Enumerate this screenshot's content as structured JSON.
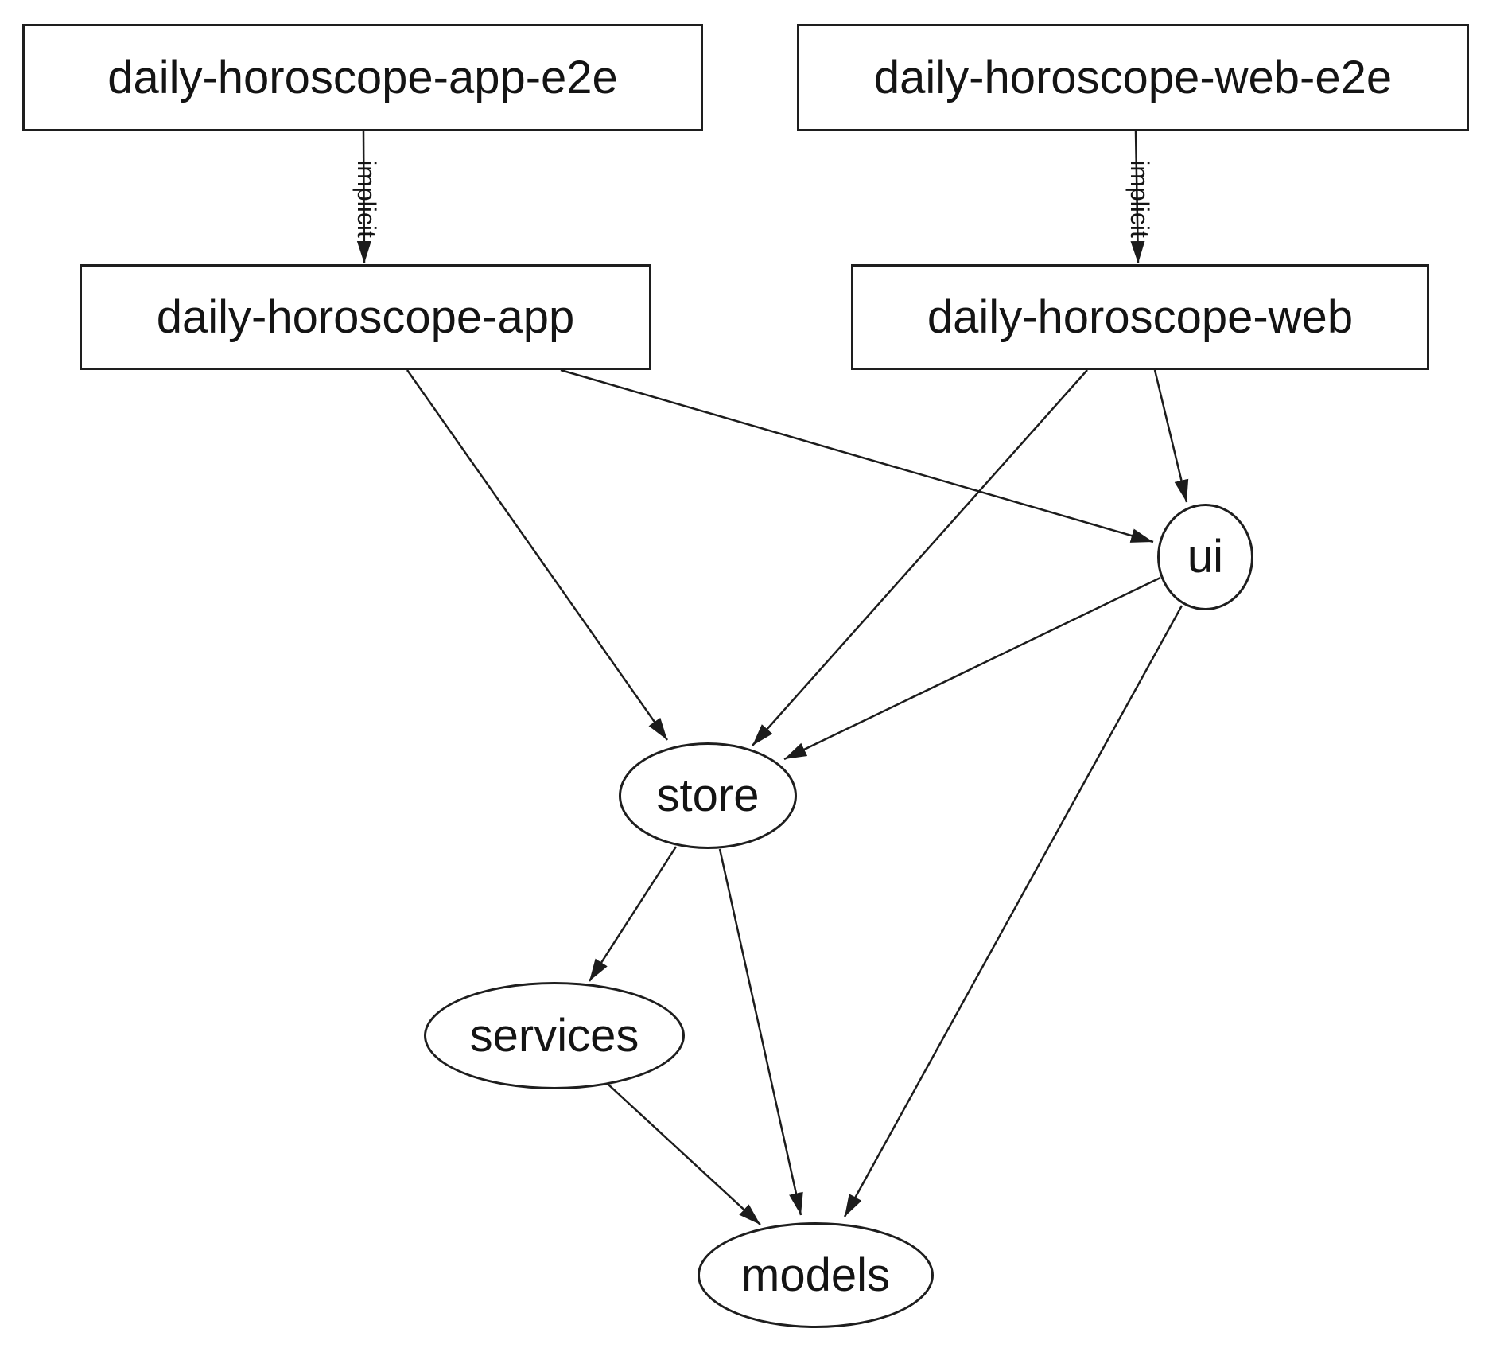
{
  "colors": {
    "background": "#ffffff",
    "node_fill": "#ffffff",
    "stroke": "#1c1c1c",
    "text": "#141414"
  },
  "graph": {
    "nodes": [
      {
        "id": "daily-horoscope-app-e2e",
        "label": "daily-horoscope-app-e2e",
        "shape": "box"
      },
      {
        "id": "daily-horoscope-web-e2e",
        "label": "daily-horoscope-web-e2e",
        "shape": "box"
      },
      {
        "id": "daily-horoscope-app",
        "label": "daily-horoscope-app",
        "shape": "box"
      },
      {
        "id": "daily-horoscope-web",
        "label": "daily-horoscope-web",
        "shape": "box"
      },
      {
        "id": "ui",
        "label": "ui",
        "shape": "ellipse"
      },
      {
        "id": "store",
        "label": "store",
        "shape": "ellipse"
      },
      {
        "id": "services",
        "label": "services",
        "shape": "ellipse"
      },
      {
        "id": "models",
        "label": "models",
        "shape": "ellipse"
      }
    ],
    "edges": [
      {
        "from": "daily-horoscope-app-e2e",
        "to": "daily-horoscope-app",
        "label": "implicit"
      },
      {
        "from": "daily-horoscope-web-e2e",
        "to": "daily-horoscope-web",
        "label": "implicit"
      },
      {
        "from": "daily-horoscope-app",
        "to": "store",
        "label": ""
      },
      {
        "from": "daily-horoscope-app",
        "to": "ui",
        "label": ""
      },
      {
        "from": "daily-horoscope-web",
        "to": "ui",
        "label": ""
      },
      {
        "from": "daily-horoscope-web",
        "to": "store",
        "label": ""
      },
      {
        "from": "ui",
        "to": "store",
        "label": ""
      },
      {
        "from": "ui",
        "to": "models",
        "label": ""
      },
      {
        "from": "store",
        "to": "services",
        "label": ""
      },
      {
        "from": "store",
        "to": "models",
        "label": ""
      },
      {
        "from": "services",
        "to": "models",
        "label": ""
      }
    ]
  }
}
